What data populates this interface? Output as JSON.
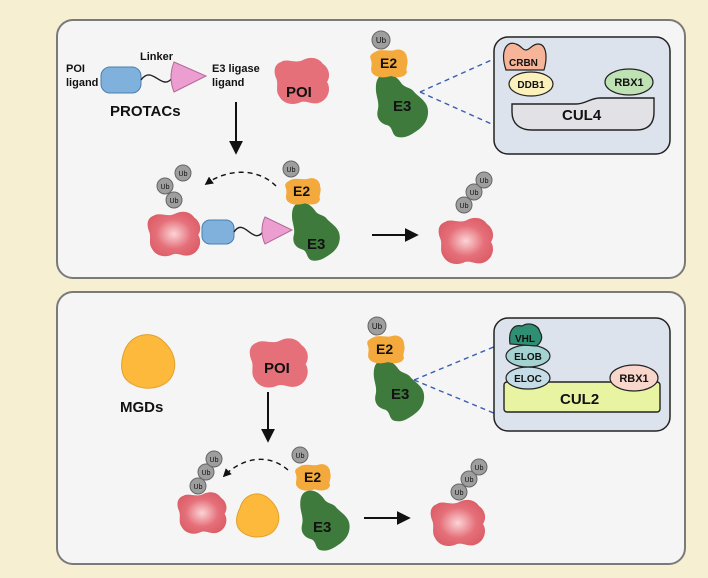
{
  "colors": {
    "page_background": "#f7efd2",
    "panel_fill": "#f5f5f5",
    "panel_border": "#7a7a7a",
    "complex_box_fill": "#dde3ec",
    "poi": "#e5707a",
    "e2": "#f3a93b",
    "e3": "#3d7a3c",
    "ub": "#9e9e9e",
    "poi_ligand": "#7fb1dc",
    "e3_ligand": "#ec9ed0",
    "mgd": "#fdb93c",
    "crbn": "#f6b599",
    "ddb1": "#fbf1bc",
    "rbx1_cul4": "#bfe2b4",
    "cul4": "#e2e2e6",
    "vhl": "#2f8f72",
    "elob": "#a3d2d0",
    "eloc": "#c4dde6",
    "rbx1_cul2": "#f9d6cc",
    "cul2": "#e9f4a3",
    "dashed_line": "#3a5fb0"
  },
  "icons": [
    "dashed-arc-arrow",
    "down-arrow",
    "right-arrow",
    "ubiquitin-chain"
  ],
  "panel_top": {
    "poi_ligand_label": [
      "POI",
      "ligand"
    ],
    "linker_label": "Linker",
    "e3_ligase_ligand_label": [
      "E3 ligase",
      "ligand"
    ],
    "protacs_label": "PROTACs",
    "poi_label": "POI",
    "ub_label": "Ub",
    "e2_label": "E2",
    "e3_label": "E3",
    "complex": {
      "crbn": "CRBN",
      "ddb1": "DDB1",
      "rbx1": "RBX1",
      "cul4": "CUL4"
    }
  },
  "panel_bottom": {
    "mgds_label": "MGDs",
    "poi_label": "POI",
    "ub_label": "Ub",
    "e2_label": "E2",
    "e3_label": "E3",
    "complex": {
      "vhl": "VHL",
      "elob": "ELOB",
      "eloc": "ELOC",
      "rbx1": "RBX1",
      "cul2": "CUL2"
    }
  }
}
